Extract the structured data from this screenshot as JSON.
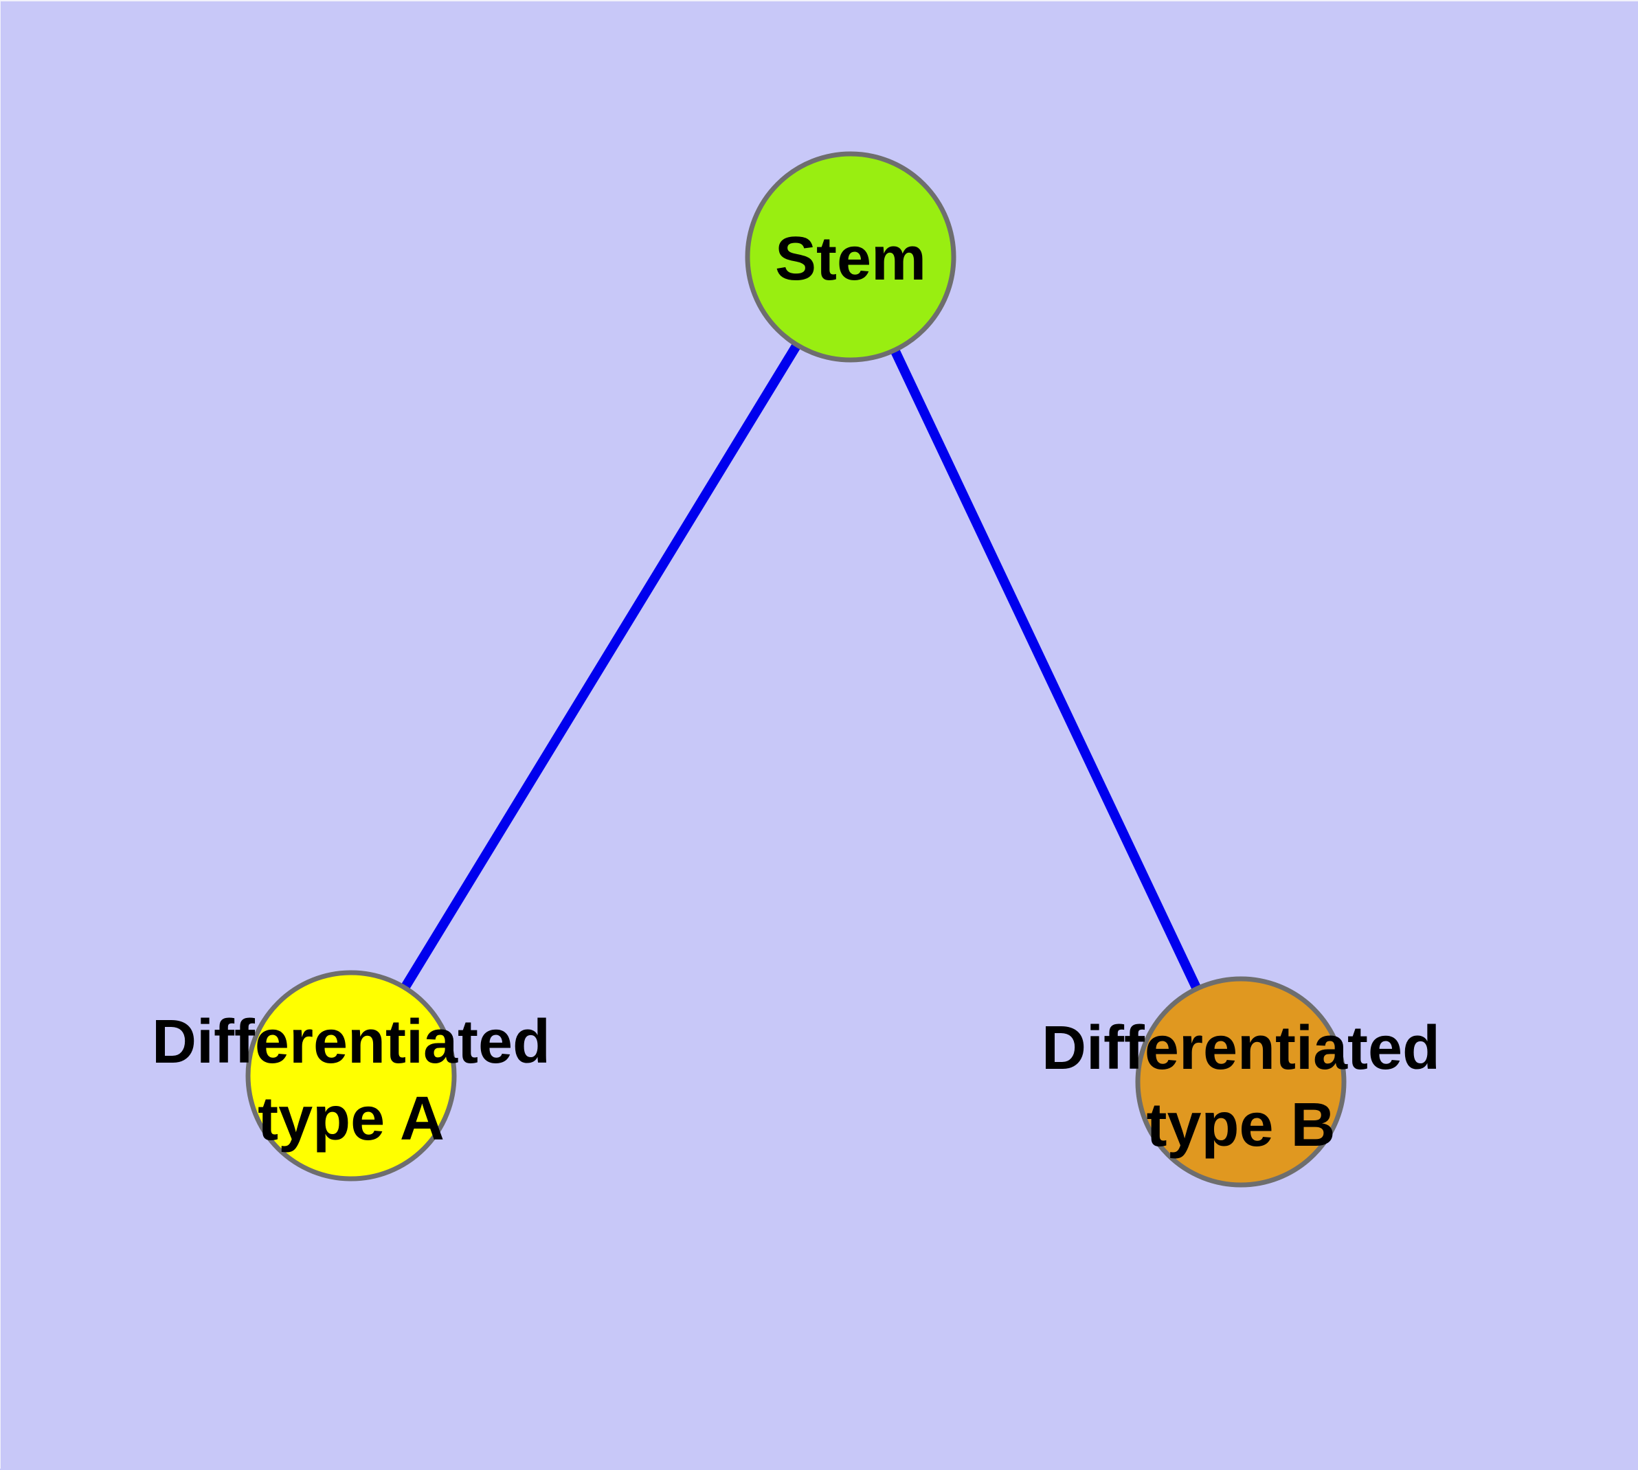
{
  "diagram": {
    "background_color": "#c8c8f8",
    "edge_color": "#0000ee",
    "node_border_color": "#6e6e6e",
    "label_color": "#000000",
    "nodes": {
      "stem": {
        "label": "Stem",
        "fill": "#99ee11"
      },
      "type_a": {
        "label_line1": "Differentiated",
        "label_line2": "type A",
        "fill": "#ffff00"
      },
      "type_b": {
        "label_line1": "Differentiated",
        "label_line2": "type B",
        "fill": "#e09820"
      }
    },
    "edges": [
      {
        "name": "stem-to-type-a",
        "from": "stem",
        "to": "type_a"
      },
      {
        "name": "stem-to-type-b",
        "from": "stem",
        "to": "type_b"
      }
    ]
  }
}
